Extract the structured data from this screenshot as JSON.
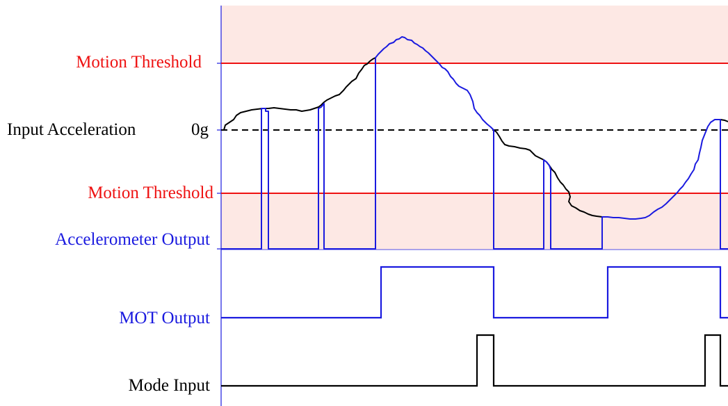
{
  "labels": {
    "motion_threshold_upper": "Motion Threshold",
    "input_acceleration": "Input Acceleration",
    "zero_g": "0g",
    "motion_threshold_lower": "Motion Threshold",
    "accelerometer_output": "Accelerometer Output",
    "mot_output": "MOT Output",
    "mode_input": "Mode Input"
  },
  "colors": {
    "threshold": "#ee1111",
    "output_blue": "#1a1adf",
    "input_black": "#000000",
    "zone_fill": "#fde8e4",
    "axis": "#1a1adf"
  }
}
